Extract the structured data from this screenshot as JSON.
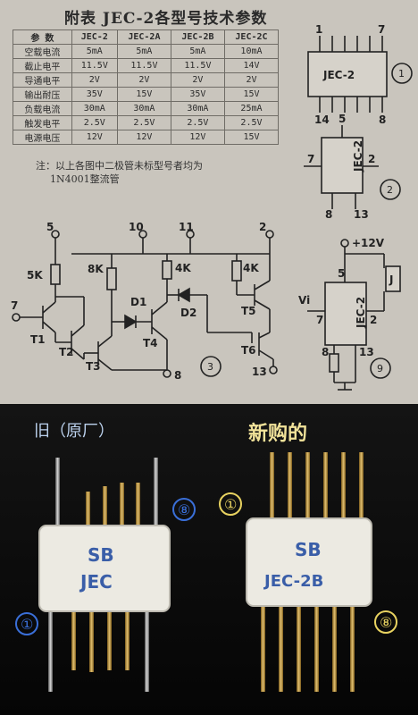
{
  "paper": {
    "title": "附表 JEC-2各型号技术参数",
    "table": {
      "headers": [
        "参 数",
        "JEC-2",
        "JEC-2A",
        "JEC-2B",
        "JEC-2C"
      ],
      "rows": [
        [
          "空载电流",
          "5mA",
          "5mA",
          "5mA",
          "10mA"
        ],
        [
          "截止电平",
          "11.5V",
          "11.5V",
          "11.5V",
          "14V"
        ],
        [
          "导通电平",
          "2V",
          "2V",
          "2V",
          "2V"
        ],
        [
          "输出耐压",
          "35V",
          "15V",
          "35V",
          "15V"
        ],
        [
          "负载电流",
          "30mA",
          "30mA",
          "30mA",
          "25mA"
        ],
        [
          "触发电平",
          "2.5V",
          "2.5V",
          "2.5V",
          "2.5V"
        ],
        [
          "电源电压",
          "12V",
          "12V",
          "12V",
          "15V"
        ]
      ]
    },
    "note_line1": "注：以上各图中二极管未标型号者均为",
    "note_line2": "1N4001整流管",
    "pkg1": {
      "label": "JEC-2",
      "pin_top_left": "1",
      "pin_top_right": "7",
      "pin_bottom_left": "14",
      "pin_bottom_right": "8",
      "fig": "1"
    },
    "pkg2": {
      "label": "JEC-2",
      "pin_top": "5",
      "pin_left": "7",
      "pin_right": "2",
      "pin_bottom_left": "8",
      "pin_bottom_right": "13",
      "fig": "2"
    },
    "circuit": {
      "pins_top": [
        "5",
        "10",
        "11",
        "2"
      ],
      "resistors": [
        "5K",
        "8K",
        "4K",
        "4K"
      ],
      "diodes": [
        "D1",
        "D2"
      ],
      "transistors": [
        "T1",
        "T2",
        "T3",
        "T4",
        "T5",
        "T6"
      ],
      "pin_in": "7",
      "pin_8": "8",
      "pin_13": "13",
      "fig": "3"
    },
    "app": {
      "supply": "+12V",
      "vi": "Vi",
      "chip": "JEC-2",
      "pin5": "5",
      "pin7": "7",
      "pin2": "2",
      "pin8": "8",
      "pin13": "13",
      "relay": "J",
      "fig": "9"
    }
  },
  "photo": {
    "caption_old": "旧（原厂）",
    "caption_new": "新购的",
    "old_chip": {
      "logo": "SB",
      "marking": "JEC",
      "pin_top_label": "⑧",
      "pin_bottom_label": "①"
    },
    "new_chip": {
      "logo": "SB",
      "marking": "JEC-2B",
      "pin_top_label": "①",
      "pin_bottom_label": "⑧"
    },
    "colors": {
      "old_label": "#3a6fd8",
      "new_label": "#e8d260",
      "chip_body": "#efeee6"
    }
  }
}
